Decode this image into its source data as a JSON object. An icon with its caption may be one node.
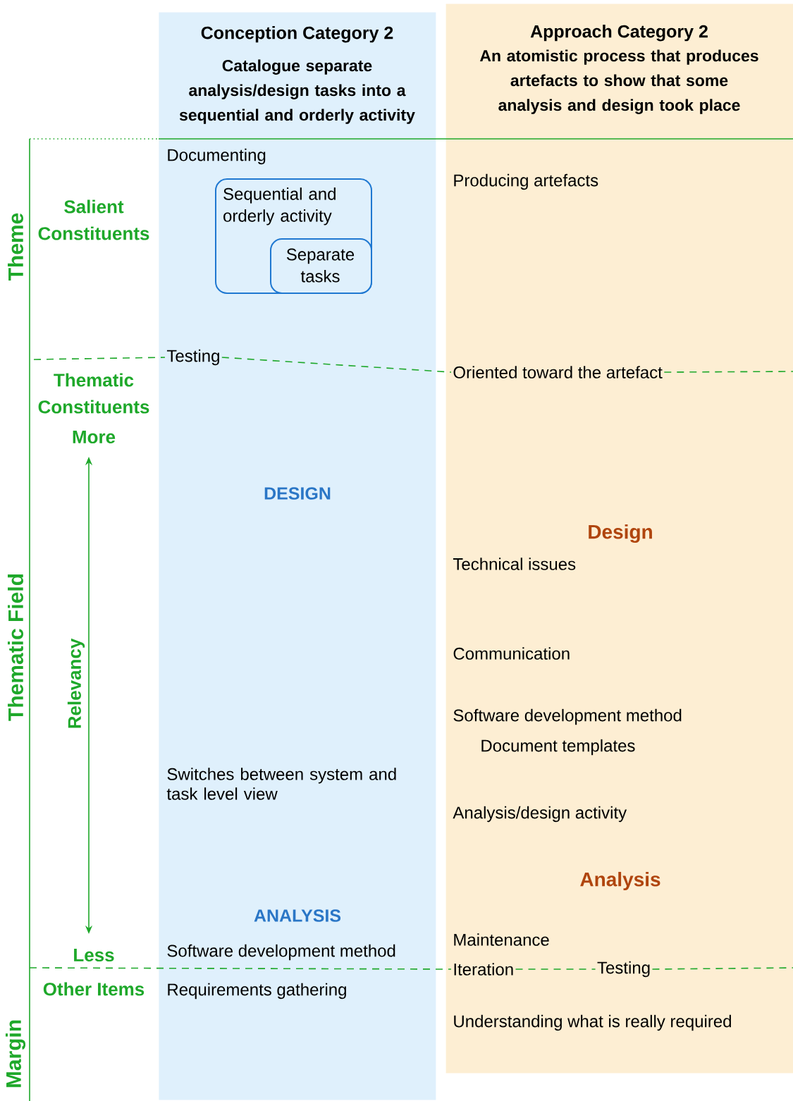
{
  "diagram": {
    "nodes": [
      {
        "text": [
          "Conception Category 2",
          "Catalogue separate analysis/design tasks into a sequential and orderly activity"
        ]
      },
      {
        "text": [
          "Approach Category 2",
          "An atomistic process that produces artefacts to show that some analysis and design took place"
        ]
      },
      {
        "text": [
          "Sequential and orderly activity"
        ],
        "in": 0
      },
      {
        "text": [
          "Separate tasks"
        ],
        "in": 2
      }
    ],
    "labels": [
      "Theme",
      "Salient Constituents",
      "Documenting",
      "Producing artefacts",
      "Testing",
      "Oriented toward the artefact",
      "Thematic Constituents",
      "More",
      "DESIGN",
      "Design",
      "Technical issues",
      "Thematic Field",
      "Relevancy",
      "Communication",
      "Software development method",
      "Document templates",
      "Switches between system and task level view",
      "Analysis/design activity",
      "Analysis",
      "ANALYSIS",
      "Maintenance",
      "Less",
      "Software development method",
      "Iteration",
      "Testing",
      "Other Items",
      "Requirements gathering",
      "Understanding what is really required",
      "Margin"
    ]
  }
}
